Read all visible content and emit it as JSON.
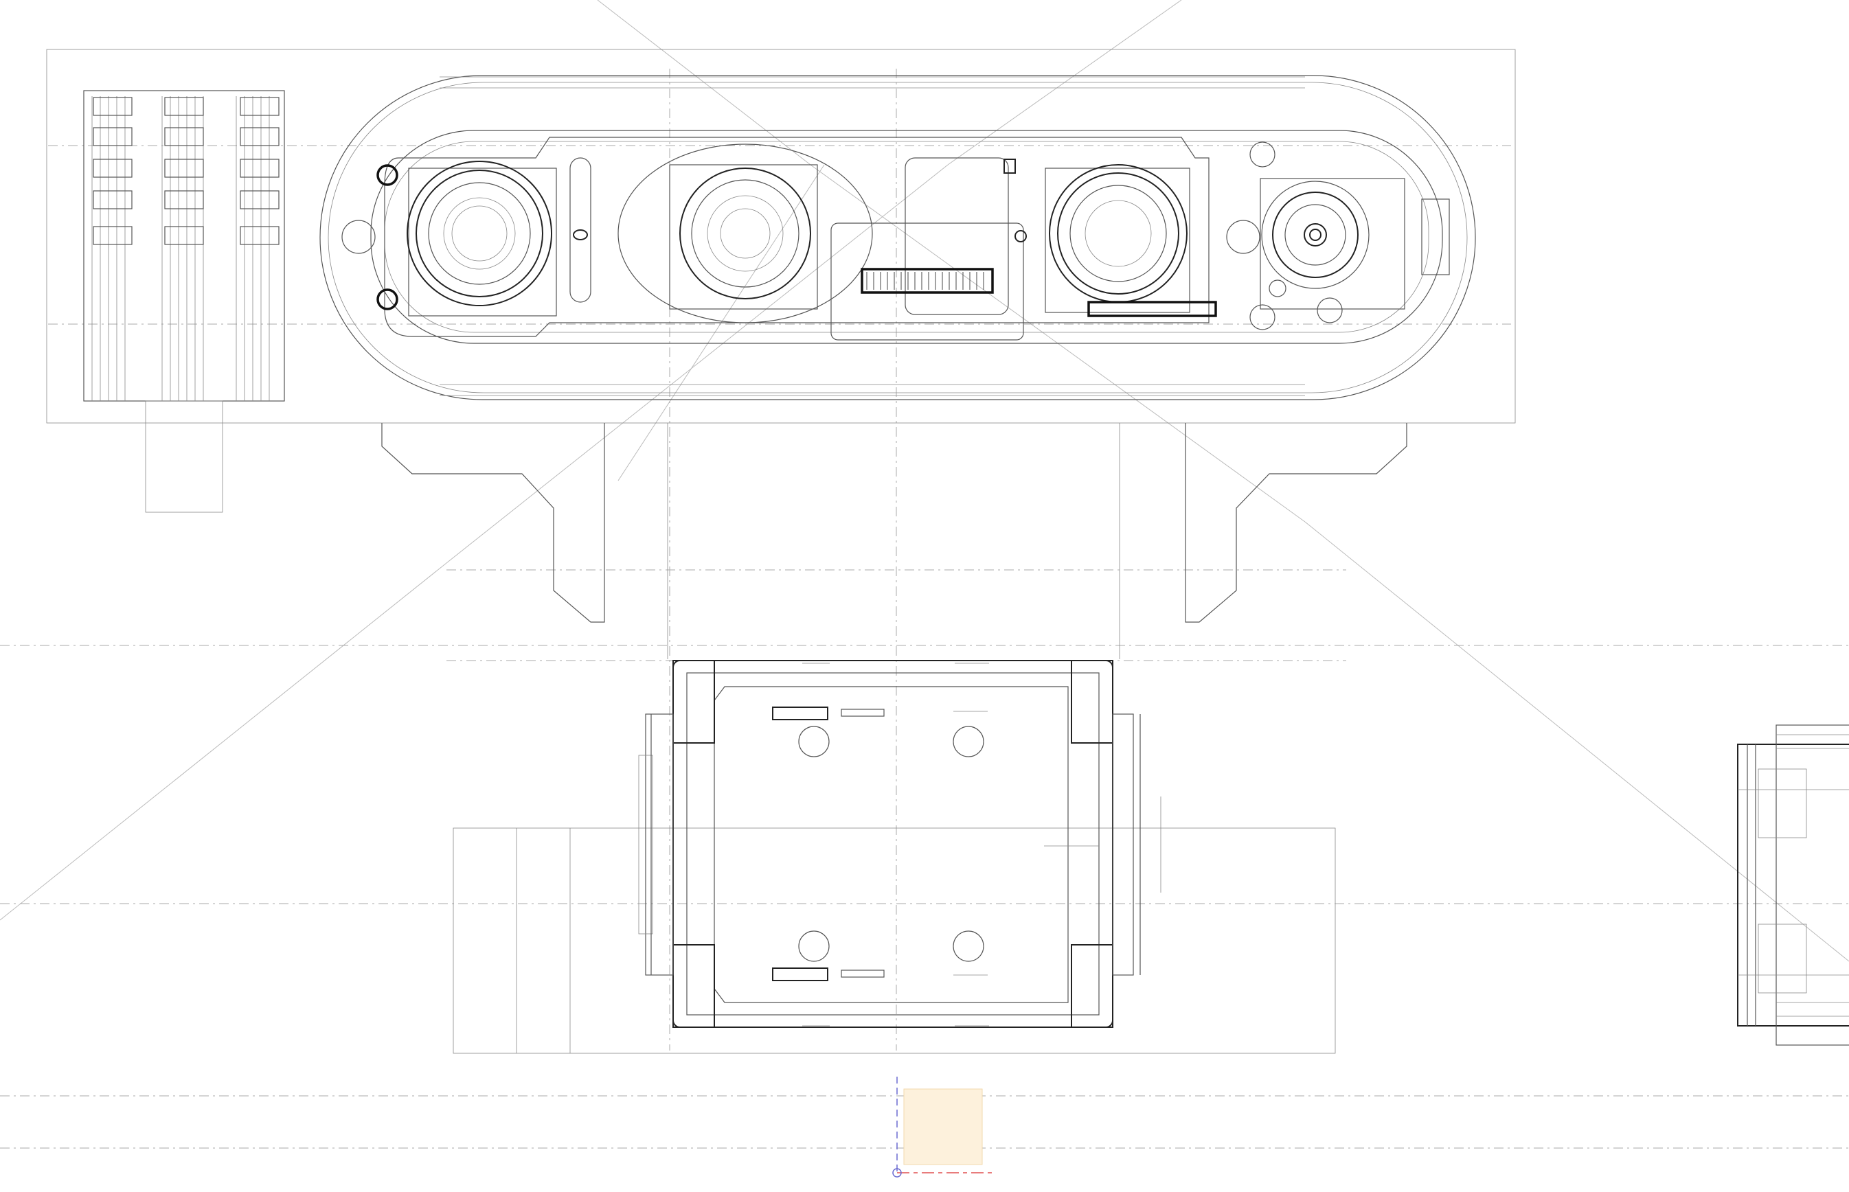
{
  "canvas": {
    "background": "#ffffff",
    "line_color": "#555555",
    "centerline_color": "#aaaaaa",
    "selection_fill": "#fdf1dc",
    "axis_x_color": "#e05050",
    "axis_y_color": "#6a6ad0"
  },
  "views": [
    {
      "id": "front-view",
      "semantic": "camera-module-front-view"
    },
    {
      "id": "top-view",
      "semantic": "camera-module-top-view"
    },
    {
      "id": "side-view",
      "semantic": "camera-module-side-view"
    },
    {
      "id": "left-detail",
      "semantic": "pin-grid-detail"
    }
  ],
  "icons": {
    "origin": "origin-marker-icon",
    "selection": "selection-box"
  }
}
